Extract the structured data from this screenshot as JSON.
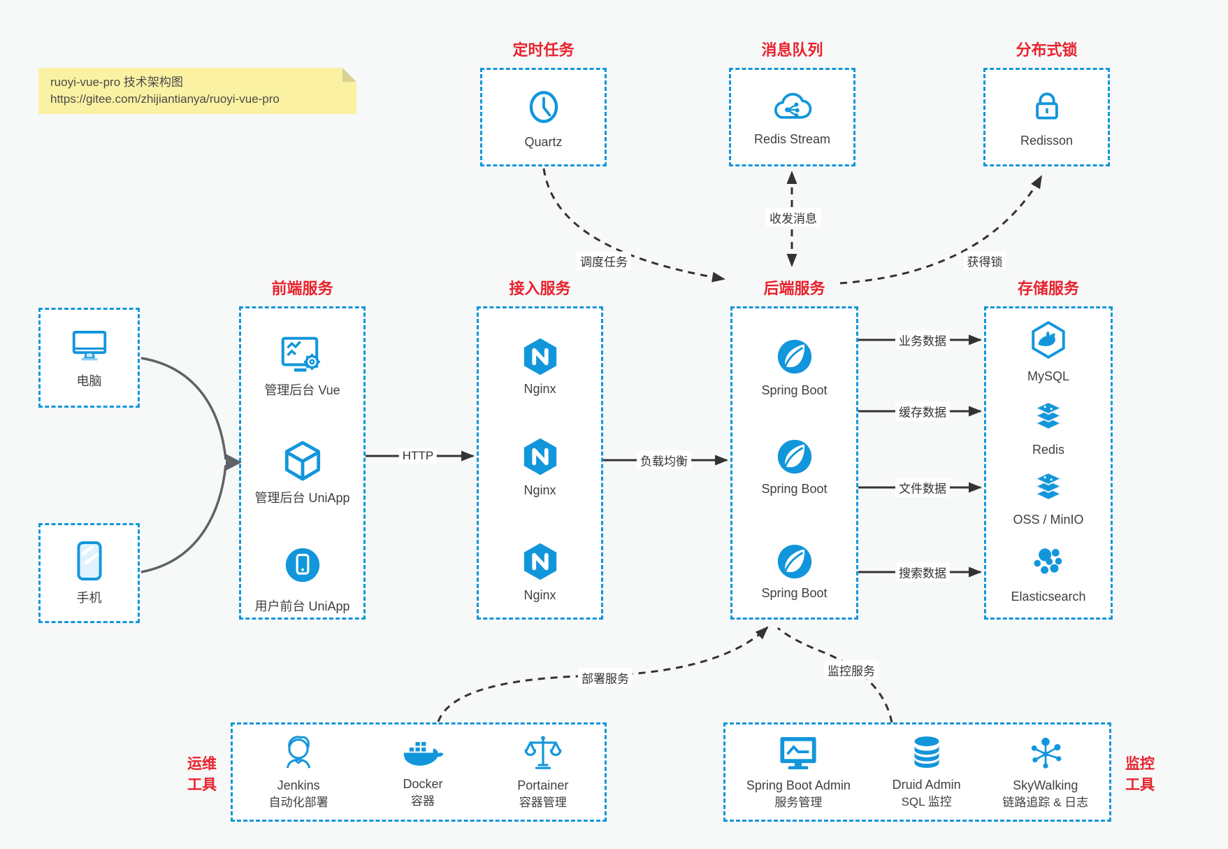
{
  "note": {
    "line1": "ruoyi-vue-pro 技术架构图",
    "line2": "https://gitee.com/zhijiantianya/ruoyi-vue-pro"
  },
  "top_groups": [
    {
      "title": "定时任务",
      "item": {
        "icon": "clock-icon",
        "label": "Quartz"
      }
    },
    {
      "title": "消息队列",
      "item": {
        "icon": "cloud-message-icon",
        "label": "Redis Stream"
      }
    },
    {
      "title": "分布式锁",
      "item": {
        "icon": "lock-icon",
        "label": "Redisson"
      }
    }
  ],
  "devices": [
    {
      "icon": "desktop-icon",
      "label": "电脑"
    },
    {
      "icon": "smartphone-icon",
      "label": "手机"
    }
  ],
  "columns": [
    {
      "title": "前端服务",
      "items": [
        {
          "icon": "admin-vue-icon",
          "label": "管理后台 Vue"
        },
        {
          "icon": "uniapp-cube-icon",
          "label": "管理后台 UniApp"
        },
        {
          "icon": "user-app-icon",
          "label": "用户前台 UniApp"
        }
      ]
    },
    {
      "title": "接入服务",
      "items": [
        {
          "icon": "nginx-icon",
          "label": "Nginx"
        },
        {
          "icon": "nginx-icon",
          "label": "Nginx"
        },
        {
          "icon": "nginx-icon",
          "label": "Nginx"
        }
      ]
    },
    {
      "title": "后端服务",
      "items": [
        {
          "icon": "spring-boot-icon",
          "label": "Spring Boot"
        },
        {
          "icon": "spring-boot-icon",
          "label": "Spring Boot"
        },
        {
          "icon": "spring-boot-icon",
          "label": "Spring Boot"
        }
      ]
    },
    {
      "title": "存储服务",
      "items": [
        {
          "icon": "mysql-icon",
          "label": "MySQL"
        },
        {
          "icon": "redis-icon",
          "label": "Redis"
        },
        {
          "icon": "oss-minio-icon",
          "label": "OSS / MinIO"
        },
        {
          "icon": "elasticsearch-icon",
          "label": "Elasticsearch"
        }
      ]
    }
  ],
  "bottom_groups": [
    {
      "side_label_line1": "运维",
      "side_label_line2": "工具",
      "items": [
        {
          "icon": "jenkins-icon",
          "name": "Jenkins",
          "desc": "自动化部署"
        },
        {
          "icon": "docker-icon",
          "name": "Docker",
          "desc": "容器"
        },
        {
          "icon": "portainer-icon",
          "name": "Portainer",
          "desc": "容器管理"
        }
      ]
    },
    {
      "side_label_line1": "监控",
      "side_label_line2": "工具",
      "items": [
        {
          "icon": "spring-boot-admin-icon",
          "name": "Spring Boot Admin",
          "desc": "服务管理"
        },
        {
          "icon": "druid-icon",
          "name": "Druid Admin",
          "desc": "SQL 监控"
        },
        {
          "icon": "skywalking-icon",
          "name": "SkyWalking",
          "desc": "链路追踪 & 日志"
        }
      ]
    }
  ],
  "edges": {
    "schedule": "调度任务",
    "message": "收发消息",
    "lock": "获得锁",
    "http": "HTTP",
    "load_balance": "负载均衡",
    "business_data": "业务数据",
    "cache_data": "缓存数据",
    "file_data": "文件数据",
    "search_data": "搜索数据",
    "deploy": "部署服务",
    "monitor": "监控服务"
  },
  "colors": {
    "accent_blue": "#1296db",
    "title_red": "#e8222d",
    "note_bg": "#faf2a2",
    "line_dark": "#333333"
  }
}
